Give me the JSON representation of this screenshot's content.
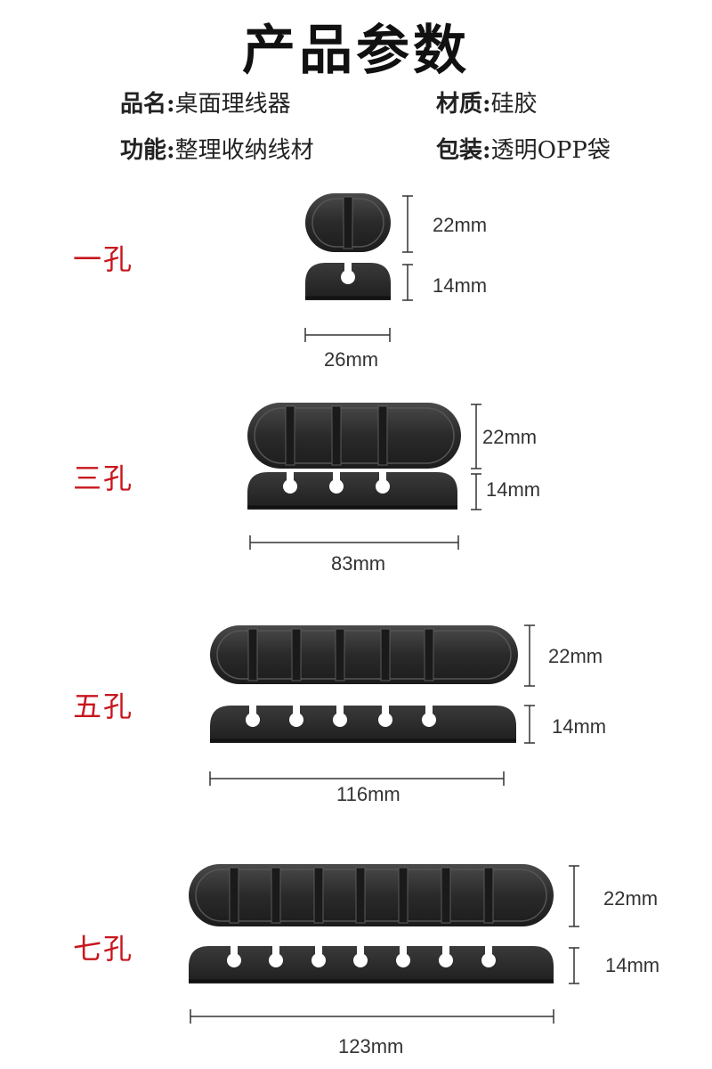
{
  "title": "产品参数",
  "specs": {
    "name_key": "品名:",
    "name_val": "桌面理线器",
    "material_key": "材质:",
    "material_val": "硅胶",
    "function_key": "功能:",
    "function_val": "整理收纳线材",
    "package_key": "包装:",
    "package_val": "透明OPP袋"
  },
  "variants": [
    {
      "label": "一孔",
      "holes": 1,
      "height_top": "22mm",
      "height_bottom": "14mm",
      "width": "26mm"
    },
    {
      "label": "三孔",
      "holes": 3,
      "height_top": "22mm",
      "height_bottom": "14mm",
      "width": "83mm"
    },
    {
      "label": "五孔",
      "holes": 5,
      "height_top": "22mm",
      "height_bottom": "14mm",
      "width": "116mm"
    },
    {
      "label": "七孔",
      "holes": 7,
      "height_top": "22mm",
      "height_bottom": "14mm",
      "width": "123mm"
    }
  ],
  "colors": {
    "product": "#2d2d2d",
    "label": "#c8161d",
    "dimension_line": "#333333"
  }
}
